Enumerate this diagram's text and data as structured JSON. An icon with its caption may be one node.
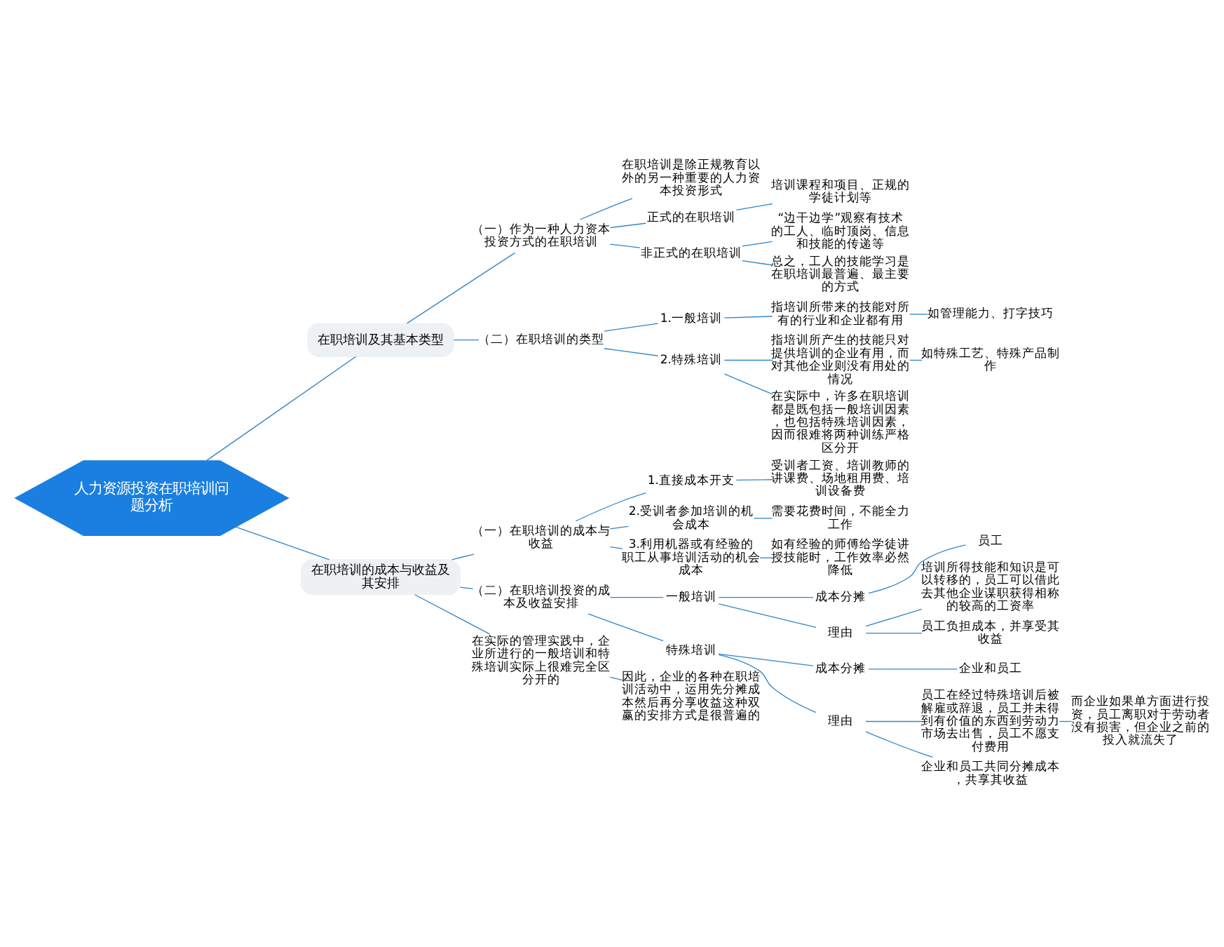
{
  "diagram": {
    "nodes": [
      {
        "text": [
          "人力资源投资在职培训问题分析"
        ]
      },
      {
        "text": [
          "在职培训及其基本类型"
        ]
      },
      {
        "text": [
          "（一）作为一种人力资本投资方式的在职培训"
        ]
      },
      {
        "text": [
          "在职培训是除正规教育以外的另一种重要的人力资本投资形式"
        ]
      },
      {
        "text": [
          "正式的在职培训"
        ]
      },
      {
        "text": [
          "培训课程和项目、正规的学徒计划等"
        ]
      },
      {
        "text": [
          "非正式的在职培训"
        ]
      },
      {
        "text": [
          "“边干边学”观察有技术的工人、临时顶岗、信息和技能的传递等"
        ]
      },
      {
        "text": [
          "总之，工人的技能学习是在职培训最普遍、最主要的方式"
        ]
      },
      {
        "text": [
          "（二）在职培训的类型"
        ]
      },
      {
        "text": [
          "1.一般培训"
        ]
      },
      {
        "text": [
          "指培训所带来的技能对所有的行业和企业都有用"
        ]
      },
      {
        "text": [
          "如管理能力、打字技巧"
        ]
      },
      {
        "text": [
          "2.特殊培训"
        ]
      },
      {
        "text": [
          "指培训所产生的技能只对提供培训的企业有用，而对其他企业则没有用处的情况"
        ]
      },
      {
        "text": [
          "如特殊工艺、特殊产品制作"
        ]
      },
      {
        "text": [
          "在实际中，许多在职培训都是既包括一般培训因素，也包括特殊培训因素，因而很难将两种训练严格区分开"
        ]
      },
      {
        "text": [
          "在职培训的成本与收益及其安排"
        ]
      },
      {
        "text": [
          "（一）在职培训的成本与收益"
        ]
      },
      {
        "text": [
          "1.直接成本开支"
        ]
      },
      {
        "text": [
          "受训者工资、培训教师的讲课费、场地租用费、培训设备费"
        ]
      },
      {
        "text": [
          "2.受训者参加培训的机会成本"
        ]
      },
      {
        "text": [
          "需要花费时间，不能全力工作"
        ]
      },
      {
        "text": [
          "3.利用机器或有经验的职工从事培训活动的机会成本"
        ]
      },
      {
        "text": [
          "如有经验的师傅给学徒讲授技能时，工作效率必然降低"
        ]
      },
      {
        "text": [
          "（二）在职培训投资的成本及收益安排"
        ]
      },
      {
        "text": [
          "一般培训"
        ]
      },
      {
        "text": [
          "成本分摊"
        ]
      },
      {
        "text": [
          "员工"
        ]
      },
      {
        "text": [
          "理由"
        ]
      },
      {
        "text": [
          "培训所得技能和知识是可以转移的，员工可以借此去其他企业谋职获得相称的较高的工资率"
        ]
      },
      {
        "text": [
          "员工负担成本，并享受其收益"
        ]
      },
      {
        "text": [
          "特殊培训"
        ]
      },
      {
        "text": [
          "成本分摊"
        ]
      },
      {
        "text": [
          "企业和员工"
        ]
      },
      {
        "text": [
          "理由"
        ]
      },
      {
        "text": [
          "员工在经过特殊培训后被解雇或辞退，员工并未得到有价值的东西到劳动力市场去出售，员工不愿支付费用"
        ]
      },
      {
        "text": [
          "而企业如果单方面进行投资，员工离职对于劳动者没有损害，但企业之前的投入就流失了"
        ]
      },
      {
        "text": [
          "企业和员工共同分摊成本，共享其收益"
        ]
      },
      {
        "text": [
          "在实际的管理实践中，企业所进行的一般培训和特殊培训实际上很难完全区分开的"
        ]
      },
      {
        "text": [
          "因此，企业的各种在职培训活动中，运用先分摊成本然后再分享收益这种双赢的安排方式是很普遍的"
        ]
      }
    ],
    "edges": [
      {
        "from": 0,
        "to": 1,
        "arrow": "none"
      },
      {
        "from": 1,
        "to": 2,
        "arrow": "none"
      },
      {
        "from": 2,
        "to": 3,
        "arrow": "none"
      },
      {
        "from": 2,
        "to": 4,
        "arrow": "none"
      },
      {
        "from": 4,
        "to": 5,
        "arrow": "none"
      },
      {
        "from": 2,
        "to": 6,
        "arrow": "none"
      },
      {
        "from": 6,
        "to": 7,
        "arrow": "none"
      },
      {
        "from": 6,
        "to": 8,
        "arrow": "none"
      },
      {
        "from": 1,
        "to": 9,
        "arrow": "none"
      },
      {
        "from": 9,
        "to": 10,
        "arrow": "none"
      },
      {
        "from": 10,
        "to": 11,
        "arrow": "none"
      },
      {
        "from": 11,
        "to": 12,
        "arrow": "none"
      },
      {
        "from": 9,
        "to": 13,
        "arrow": "none"
      },
      {
        "from": 13,
        "to": 14,
        "arrow": "none"
      },
      {
        "from": 14,
        "to": 15,
        "arrow": "none"
      },
      {
        "from": 13,
        "to": 16,
        "arrow": "none"
      },
      {
        "from": 0,
        "to": 17,
        "arrow": "none"
      },
      {
        "from": 17,
        "to": 18,
        "arrow": "none"
      },
      {
        "from": 18,
        "to": 19,
        "arrow": "none"
      },
      {
        "from": 19,
        "to": 20,
        "arrow": "none"
      },
      {
        "from": 18,
        "to": 21,
        "arrow": "none"
      },
      {
        "from": 21,
        "to": 22,
        "arrow": "none"
      },
      {
        "from": 18,
        "to": 23,
        "arrow": "none"
      },
      {
        "from": 23,
        "to": 24,
        "arrow": "none"
      },
      {
        "from": 17,
        "to": 25,
        "arrow": "none"
      },
      {
        "from": 25,
        "to": 26,
        "arrow": "none"
      },
      {
        "from": 26,
        "to": 27,
        "arrow": "none"
      },
      {
        "from": 27,
        "to": 28,
        "arrow": "none"
      },
      {
        "from": 26,
        "to": 29,
        "arrow": "none"
      },
      {
        "from": 29,
        "to": 30,
        "arrow": "none"
      },
      {
        "from": 29,
        "to": 31,
        "arrow": "none"
      },
      {
        "from": 25,
        "to": 32,
        "arrow": "none"
      },
      {
        "from": 32,
        "to": 33,
        "arrow": "none"
      },
      {
        "from": 33,
        "to": 34,
        "arrow": "none"
      },
      {
        "from": 32,
        "to": 35,
        "arrow": "none"
      },
      {
        "from": 35,
        "to": 36,
        "arrow": "none"
      },
      {
        "from": 36,
        "to": 37,
        "arrow": "none"
      },
      {
        "from": 35,
        "to": 38,
        "arrow": "none"
      },
      {
        "from": 17,
        "to": 39,
        "arrow": "none"
      },
      {
        "from": 39,
        "to": 40,
        "arrow": "none"
      }
    ]
  }
}
